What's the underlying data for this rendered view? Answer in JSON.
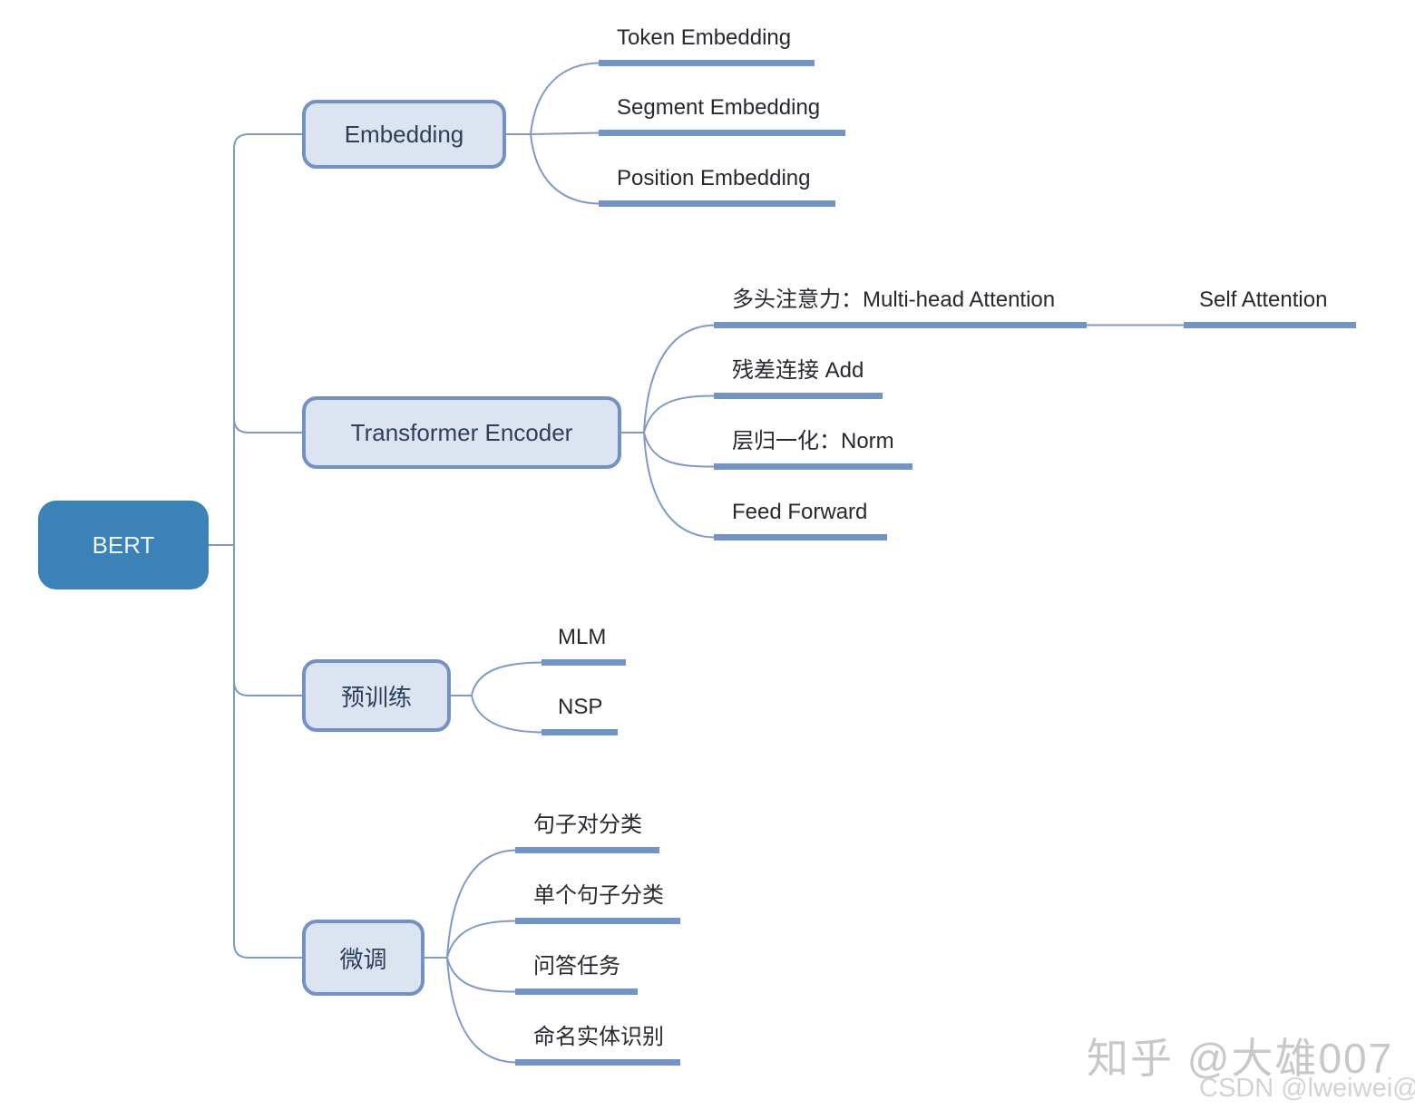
{
  "root": {
    "label": "BERT"
  },
  "branches": [
    {
      "label": "Embedding",
      "children": [
        {
          "label": "Token Embedding"
        },
        {
          "label": "Segment Embedding"
        },
        {
          "label": "Position Embedding"
        }
      ]
    },
    {
      "label": "Transformer Encoder",
      "children": [
        {
          "label": "多头注意力：Multi-head Attention",
          "children": [
            {
              "label": "Self Attention"
            }
          ]
        },
        {
          "label": "残差连接 Add"
        },
        {
          "label": "层归一化：Norm"
        },
        {
          "label": "Feed Forward"
        }
      ]
    },
    {
      "label": "预训练",
      "children": [
        {
          "label": "MLM"
        },
        {
          "label": "NSP"
        }
      ]
    },
    {
      "label": "微调",
      "children": [
        {
          "label": "句子对分类"
        },
        {
          "label": "单个句子分类"
        },
        {
          "label": "问答任务"
        },
        {
          "label": "命名实体识别"
        }
      ]
    }
  ],
  "watermarks": {
    "zhihu": "知乎 @大雄007",
    "csdn": "CSDN @lweiwei@"
  },
  "colors": {
    "root_fill": "#3a82b7",
    "node_fill": "#dce3f1",
    "node_border": "#7191c7",
    "connector": "#7e9bc8",
    "underline": "#7093c8"
  }
}
